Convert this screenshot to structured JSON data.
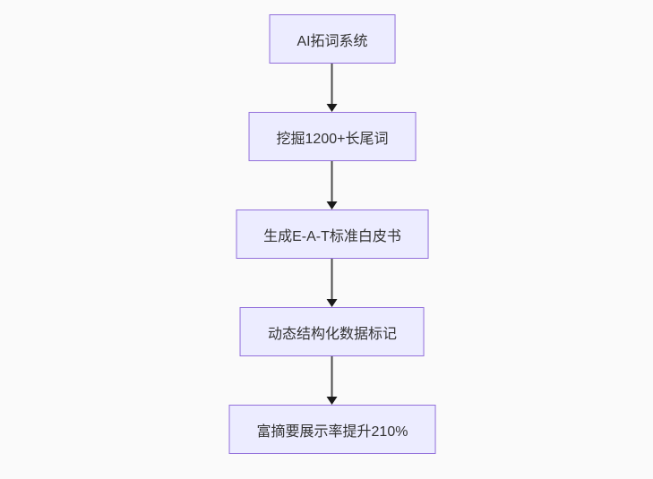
{
  "flowchart": {
    "type": "flowchart",
    "direction": "top-down",
    "nodes": [
      {
        "label": "AI拓词系统"
      },
      {
        "label": "挖掘1200+长尾词"
      },
      {
        "label": "生成E-A-T标准白皮书"
      },
      {
        "label": "动态结构化数据标记"
      },
      {
        "label": "富摘要展示率提升210%"
      }
    ],
    "edges": [
      {
        "from": 0,
        "to": 1,
        "style": "arrow-down"
      },
      {
        "from": 1,
        "to": 2,
        "style": "arrow-down"
      },
      {
        "from": 2,
        "to": 3,
        "style": "arrow-down"
      },
      {
        "from": 3,
        "to": 4,
        "style": "arrow-down"
      }
    ],
    "colors": {
      "node_fill": "#ECECFF",
      "node_border": "#9370DB",
      "node_text": "#333333",
      "edge_line": "#4d4d4d",
      "edge_arrowhead": "#1a1a1a",
      "background": "#fafafa"
    }
  }
}
